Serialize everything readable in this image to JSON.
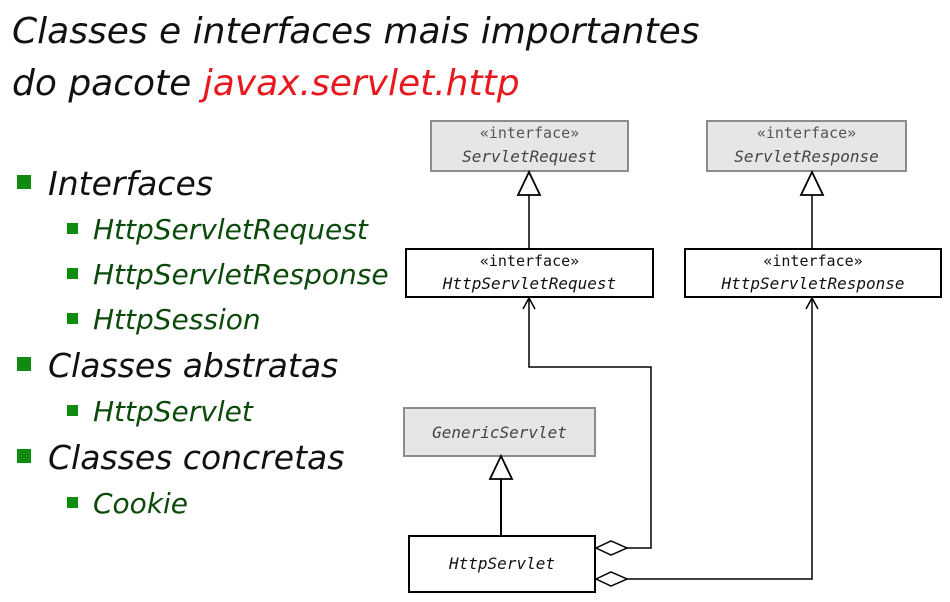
{
  "title": {
    "prefix": "Classes e interfaces mais importantes do pacote ",
    "package": "javax.servlet.http"
  },
  "outline": [
    {
      "label": "Interfaces",
      "items": [
        "HttpServletRequest",
        "HttpServletResponse",
        "HttpSession"
      ]
    },
    {
      "label": "Classes abstratas",
      "items": [
        "HttpServlet"
      ]
    },
    {
      "label": "Classes concretas",
      "items": [
        "Cookie"
      ]
    }
  ],
  "diagram": {
    "stereotype": "«interface»",
    "servlet_request": "ServletRequest",
    "servlet_response": "ServletResponse",
    "http_servlet_request": "HttpServletRequest",
    "http_servlet_response": "HttpServletResponse",
    "generic_servlet": "GenericServlet",
    "http_servlet": "HttpServlet",
    "colors": {
      "external_fill": "#e6e6e6",
      "external_stroke": "#8c8c8c",
      "local_fill": "#ffffff",
      "local_stroke": "#000000"
    }
  }
}
